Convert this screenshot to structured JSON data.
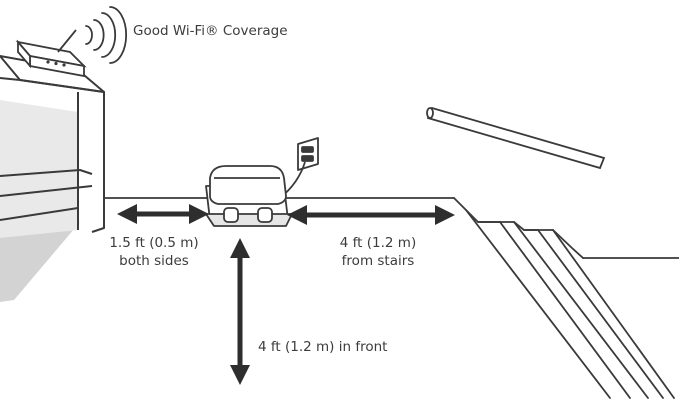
{
  "wifi": {
    "label": "Good Wi-Fi® Coverage",
    "icon": "wifi-signal-icon"
  },
  "clearances": {
    "sides": {
      "line1": "1.5 ft (0.5 m)",
      "line2": "both sides"
    },
    "stairs": {
      "line1": "4 ft (1.2 m)",
      "line2": "from stairs"
    },
    "front": {
      "label": "4 ft (1.2 m) in front"
    }
  },
  "colors": {
    "line": "#3a3a3a",
    "arrow": "#2e2e2e",
    "shade": "#d4d4d4"
  }
}
